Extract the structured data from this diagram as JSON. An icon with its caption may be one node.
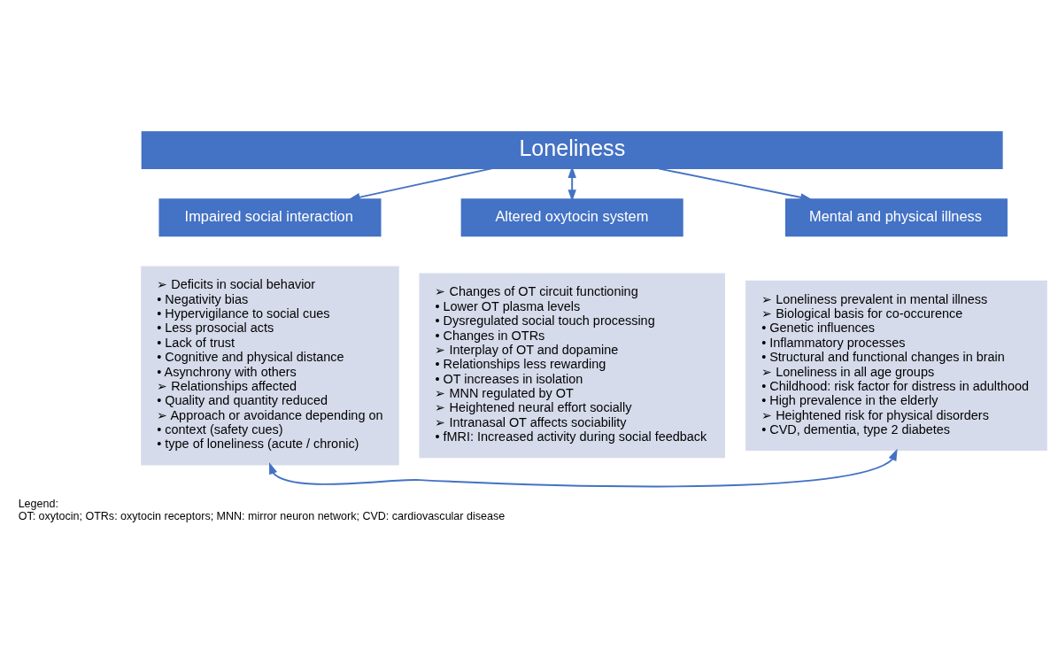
{
  "diagram": {
    "nodes": [
      {
        "text": [
          "Loneliness"
        ]
      },
      {
        "text": [
          "Impaired social interaction"
        ]
      },
      {
        "text": [
          "Altered oxytocin system"
        ]
      },
      {
        "text": [
          "Mental and physical illness"
        ]
      },
      {
        "text": [
          "➢ Deficits in social behavior",
          "• Negativity bias",
          "• Hypervigilance to social cues",
          "• Less prosocial acts",
          "• Lack of trust",
          "• Cognitive and physical distance",
          "• Asynchrony with others",
          "➢ Relationships affected",
          "• Quality and quantity reduced",
          "➢ Approach or avoidance depending on",
          "• context (safety cues)",
          "• type of loneliness (acute / chronic)"
        ]
      },
      {
        "text": [
          "➢ Changes of OT circuit functioning",
          "• Lower OT plasma levels",
          "• Dysregulated social touch processing",
          "• Changes in OTRs",
          "➢ Interplay of OT and dopamine",
          "• Relationships less rewarding",
          "• OT increases in isolation",
          "➢ MNN regulated by OT",
          "➢ Heightened neural effort socially",
          "➢ Intranasal OT affects sociability",
          "• fMRI: Increased activity during social feedback"
        ]
      },
      {
        "text": [
          "➢ Loneliness prevalent in mental illness",
          "➢ Biological basis for co-occurence",
          "• Genetic influences",
          "• Inflammatory processes",
          "• Structural and functional changes in brain",
          "➢ Loneliness in all age groups",
          "• Childhood: risk factor for distress in adulthood",
          "• High prevalence in the elderly",
          "➢ Heightened risk for physical disorders",
          "• CVD, dementia, type 2 diabetes"
        ]
      }
    ],
    "edges": [
      {
        "from": 0,
        "to": 1,
        "arrow": "to"
      },
      {
        "from": 0,
        "to": 2,
        "arrow": "both"
      },
      {
        "from": 0,
        "to": 3,
        "arrow": "to"
      },
      {
        "from": 4,
        "to": 6,
        "arrow": "both"
      }
    ],
    "labels": [
      "Legend:",
      "OT: oxytocin; OTRs: oxytocin receptors; MNN: mirror neuron network; CVD: cardiovascular disease"
    ]
  }
}
